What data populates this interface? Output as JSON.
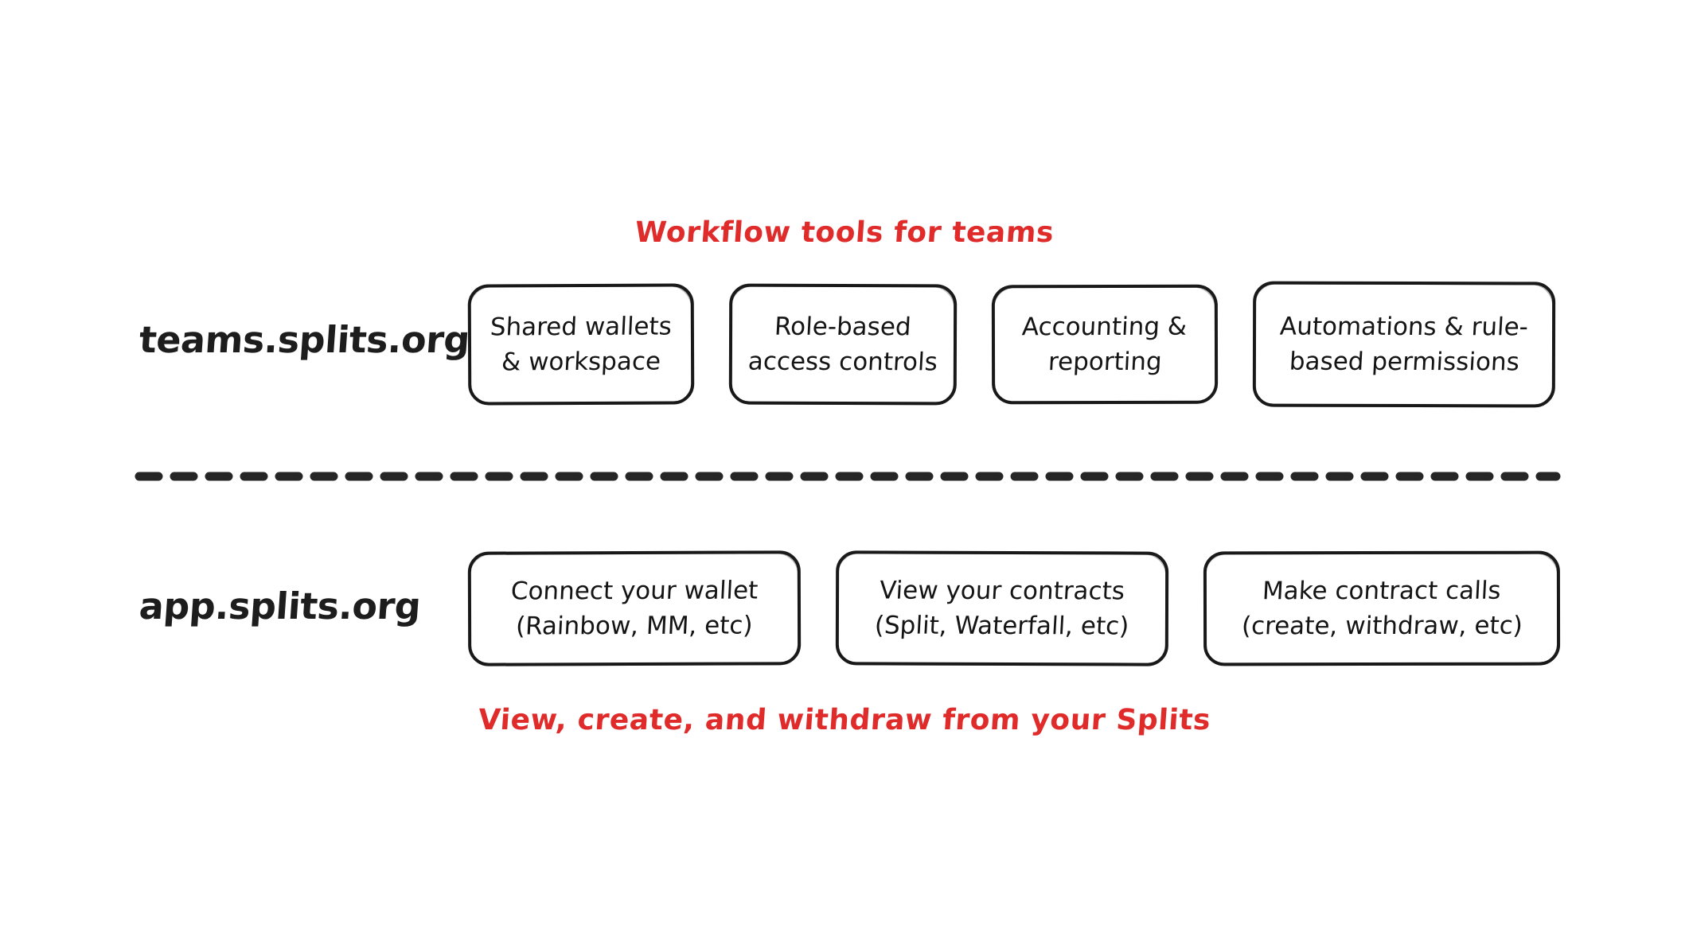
{
  "diagram": {
    "title": "Workflow tools for teams",
    "background_color": "#ffffff",
    "accent_color": "#e02b2b",
    "ink_color": "#1a1a1a",
    "top_caption": "Workflow tools for teams",
    "bottom_caption": "View, create, and withdraw from your Splits",
    "divider": {
      "style": "dashed",
      "color": "#262626"
    },
    "rows": [
      {
        "id": "teams",
        "label": "teams.splits.org",
        "boxes": [
          {
            "id": "shared-wallets",
            "line1": "Shared wallets",
            "line2": "& workspace"
          },
          {
            "id": "role-based-access",
            "line1": "Role-based",
            "line2": "access controls"
          },
          {
            "id": "accounting",
            "line1": "Accounting &",
            "line2": "reporting"
          },
          {
            "id": "automations",
            "line1": "Automations & rule-",
            "line2": "based permissions"
          }
        ]
      },
      {
        "id": "app",
        "label": "app.splits.org",
        "boxes": [
          {
            "id": "connect-wallet",
            "line1": "Connect your wallet",
            "line2": "(Rainbow, MM, etc)"
          },
          {
            "id": "view-contracts",
            "line1": "View your contracts",
            "line2": "(Split, Waterfall, etc)"
          },
          {
            "id": "contract-calls",
            "line1": "Make contract calls",
            "line2": "(create, withdraw, etc)"
          }
        ]
      }
    ]
  }
}
